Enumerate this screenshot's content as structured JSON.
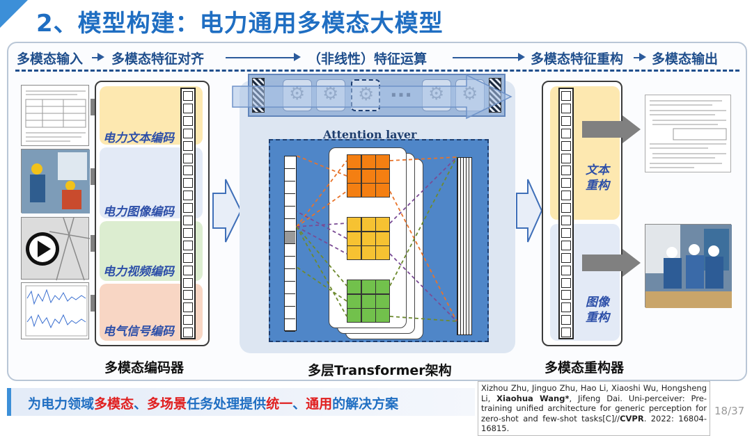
{
  "title": "2、模型构建：电力通用多模态大模型",
  "flow": {
    "input": "多模态输入",
    "align": "多模态特征对齐",
    "compute": "（非线性）特征运算",
    "recon": "多模态特征重构",
    "output": "多模态输出"
  },
  "encoder": {
    "labels": [
      "电力文本编码",
      "电力图像编码",
      "电力视频编码",
      "电气信号编码"
    ],
    "band_colors": [
      "#fde8b0",
      "#e3eaf6",
      "#dcedd0",
      "#f8d6c4"
    ],
    "caption": "多模态编码器"
  },
  "transformer": {
    "attention_label": "Attention layer",
    "caption": "多层Transformer架构",
    "grid_colors": [
      "#f47f12",
      "#f6c232",
      "#72c14c"
    ],
    "line_colors": [
      "#e8732a",
      "#7a4b94",
      "#6d8a2e"
    ]
  },
  "reconstructor": {
    "text_label": "文本重构",
    "image_label": "图像重构",
    "caption": "多模态重构器"
  },
  "banner": {
    "parts": [
      {
        "text": "为电力领域",
        "style": "blue"
      },
      {
        "text": "多模态",
        "style": "red"
      },
      {
        "text": "、",
        "style": "blue"
      },
      {
        "text": "多场景",
        "style": "red"
      },
      {
        "text": "任务处理提供",
        "style": "blue"
      },
      {
        "text": "统一",
        "style": "red"
      },
      {
        "text": "、",
        "style": "blue"
      },
      {
        "text": "通用",
        "style": "red"
      },
      {
        "text": "的解决方案",
        "style": "blue"
      }
    ]
  },
  "citation": {
    "authors_pre": "Xizhou Zhu, Jinguo Zhu, Hao Li, Xiaoshi Wu, Hongsheng Li, ",
    "author_bold": "Xiaohua Wang*",
    "authors_post": ", Jifeng Dai. Uni-perceiver: Pre-training unified architecture for generic perception for zero-shot and few-shot tasks[C]//",
    "venue": "CVPR",
    "tail": ". 2022: 16804-16815."
  },
  "page": "18/37"
}
